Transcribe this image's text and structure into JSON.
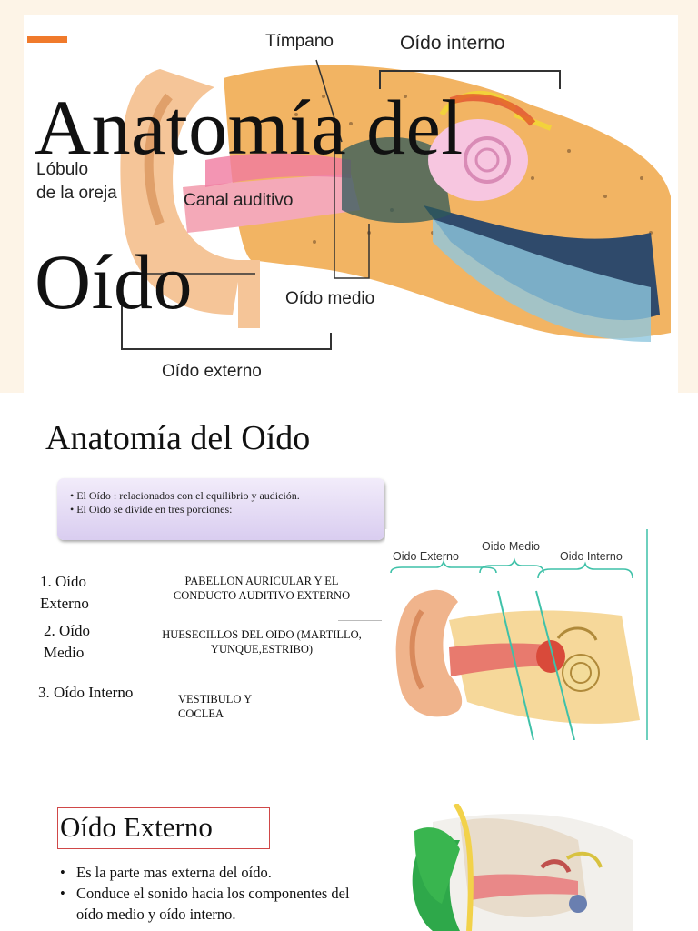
{
  "slide1": {
    "title_line1": "Anatomía del",
    "title_line2": "Oído",
    "labels": {
      "timpano": "Tímpano",
      "oido_interno": "Oído interno",
      "lobulo_line1": "Lóbulo",
      "lobulo_line2": "de la oreja",
      "canal_auditivo": "Canal auditivo",
      "oido_medio": "Oído medio",
      "oido_externo": "Oído externo"
    },
    "colors": {
      "accent": "#f07a2b",
      "background": "#fdf4e7"
    }
  },
  "slide2": {
    "title": "Anatomía del Oído",
    "bullets": [
      "El Oído : relacionados con el equilibrio y audición.",
      "El Oído se divide en tres porciones:"
    ],
    "portions": [
      {
        "line1": "1. Oído",
        "line2": "Externo",
        "desc_line1": "PABELLON AURICULAR Y EL",
        "desc_line2": "CONDUCTO AUDITIVO EXTERNO"
      },
      {
        "line1": "2. Oído",
        "line2": "Medio",
        "desc_line1": "HUESECILLOS DEL OIDO (MARTILLO,",
        "desc_line2": "YUNQUE,ESTRIBO)"
      },
      {
        "line1": "3. Oído Interno",
        "line2": "",
        "desc_line1": "VESTIBULO Y",
        "desc_line2": "COCLEA"
      }
    ],
    "diagram_labels": {
      "externo": "Oido Externo",
      "medio": "Oido Medio",
      "interno": "Oido Interno"
    }
  },
  "slide3": {
    "title": "Oído Externo",
    "bullets": [
      "Es la parte mas externa del oído.",
      "Conduce el sonido hacia los componentes del oído medio y oído interno."
    ]
  }
}
